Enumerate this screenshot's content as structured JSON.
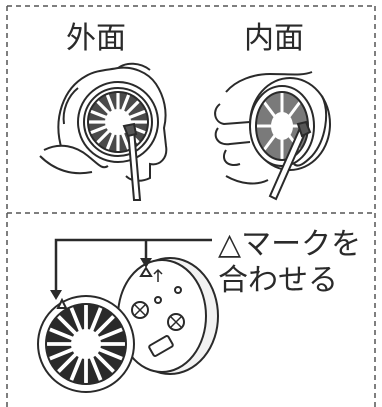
{
  "labels": {
    "outer_surface": "外面",
    "inner_surface": "内面",
    "align_mark_line1": "△マークを",
    "align_mark_line2": "合わせる"
  },
  "colors": {
    "line": "#2a2a2a",
    "filter_dark": "#4a4a4a",
    "filter_mid": "#7a7a7a",
    "cover_light": "#f2f2f2",
    "background": "#ffffff"
  },
  "icons": {
    "wipe_outer": "hand-wiping-filter-outer-icon",
    "wipe_inner": "hand-wiping-filter-inner-icon",
    "align": "filter-cartridge-align-icon"
  }
}
